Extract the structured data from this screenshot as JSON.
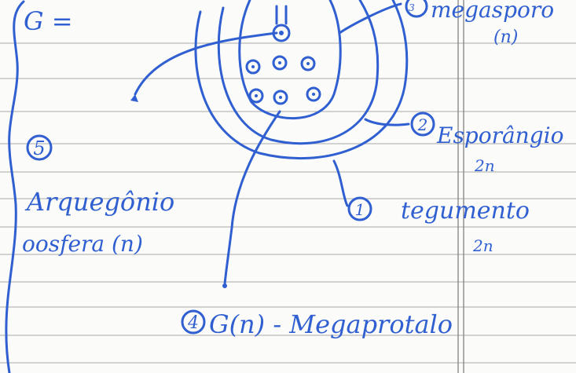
{
  "notes": {
    "g_label": "G =",
    "labels": {
      "megasporo": "megasporo",
      "megasporo_ploidy": "(n)",
      "esporangio": "Esporângio",
      "esporangio_ploidy": "2n",
      "tegumento": "tegumento",
      "tegumento_ploidy": "2n",
      "arquegonio": "Arquegônio",
      "oosfera": "oosfera (n)",
      "megaprotalo": "G(n) - Megaprotalo"
    },
    "numbers": {
      "n1": "1",
      "n2": "2",
      "n3": "3",
      "n4": "4",
      "n5": "5"
    }
  },
  "colors": {
    "ink": "#2f5fd0",
    "rule_lines": "#b9b9b9",
    "paper": "#fbfbf9"
  }
}
